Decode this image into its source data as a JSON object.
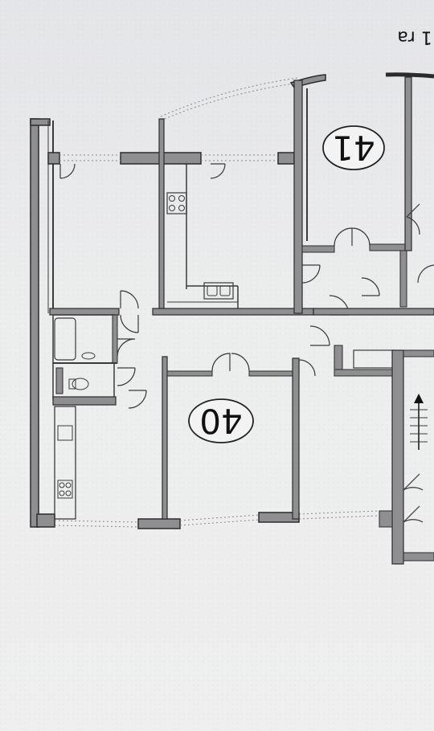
{
  "header": {
    "corner_text": "1 ra"
  },
  "units": [
    {
      "number": "41"
    },
    {
      "number": "40"
    }
  ],
  "colors": {
    "paper": "#ebeced",
    "wall_fill": "#8f8f92",
    "wall_stroke": "#2b2b2d",
    "line": "#3a3a3c",
    "dotted": "#8a8a8e"
  }
}
